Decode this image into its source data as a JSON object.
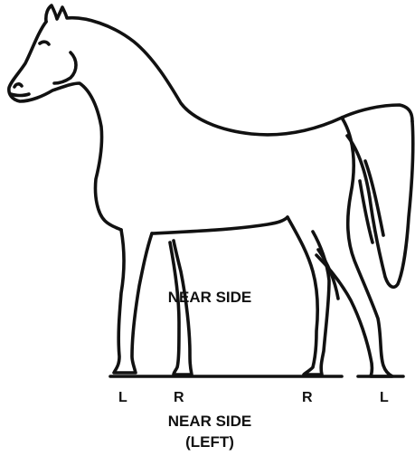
{
  "diagram": {
    "center_label": "NEAR SIDE",
    "legs": {
      "front_left": "L",
      "front_right": "R",
      "hind_right": "R",
      "hind_left": "L"
    },
    "caption": {
      "line1": "NEAR SIDE",
      "line2": "(LEFT)"
    },
    "colors": {
      "line": "#111111",
      "background": "#ffffff"
    }
  }
}
